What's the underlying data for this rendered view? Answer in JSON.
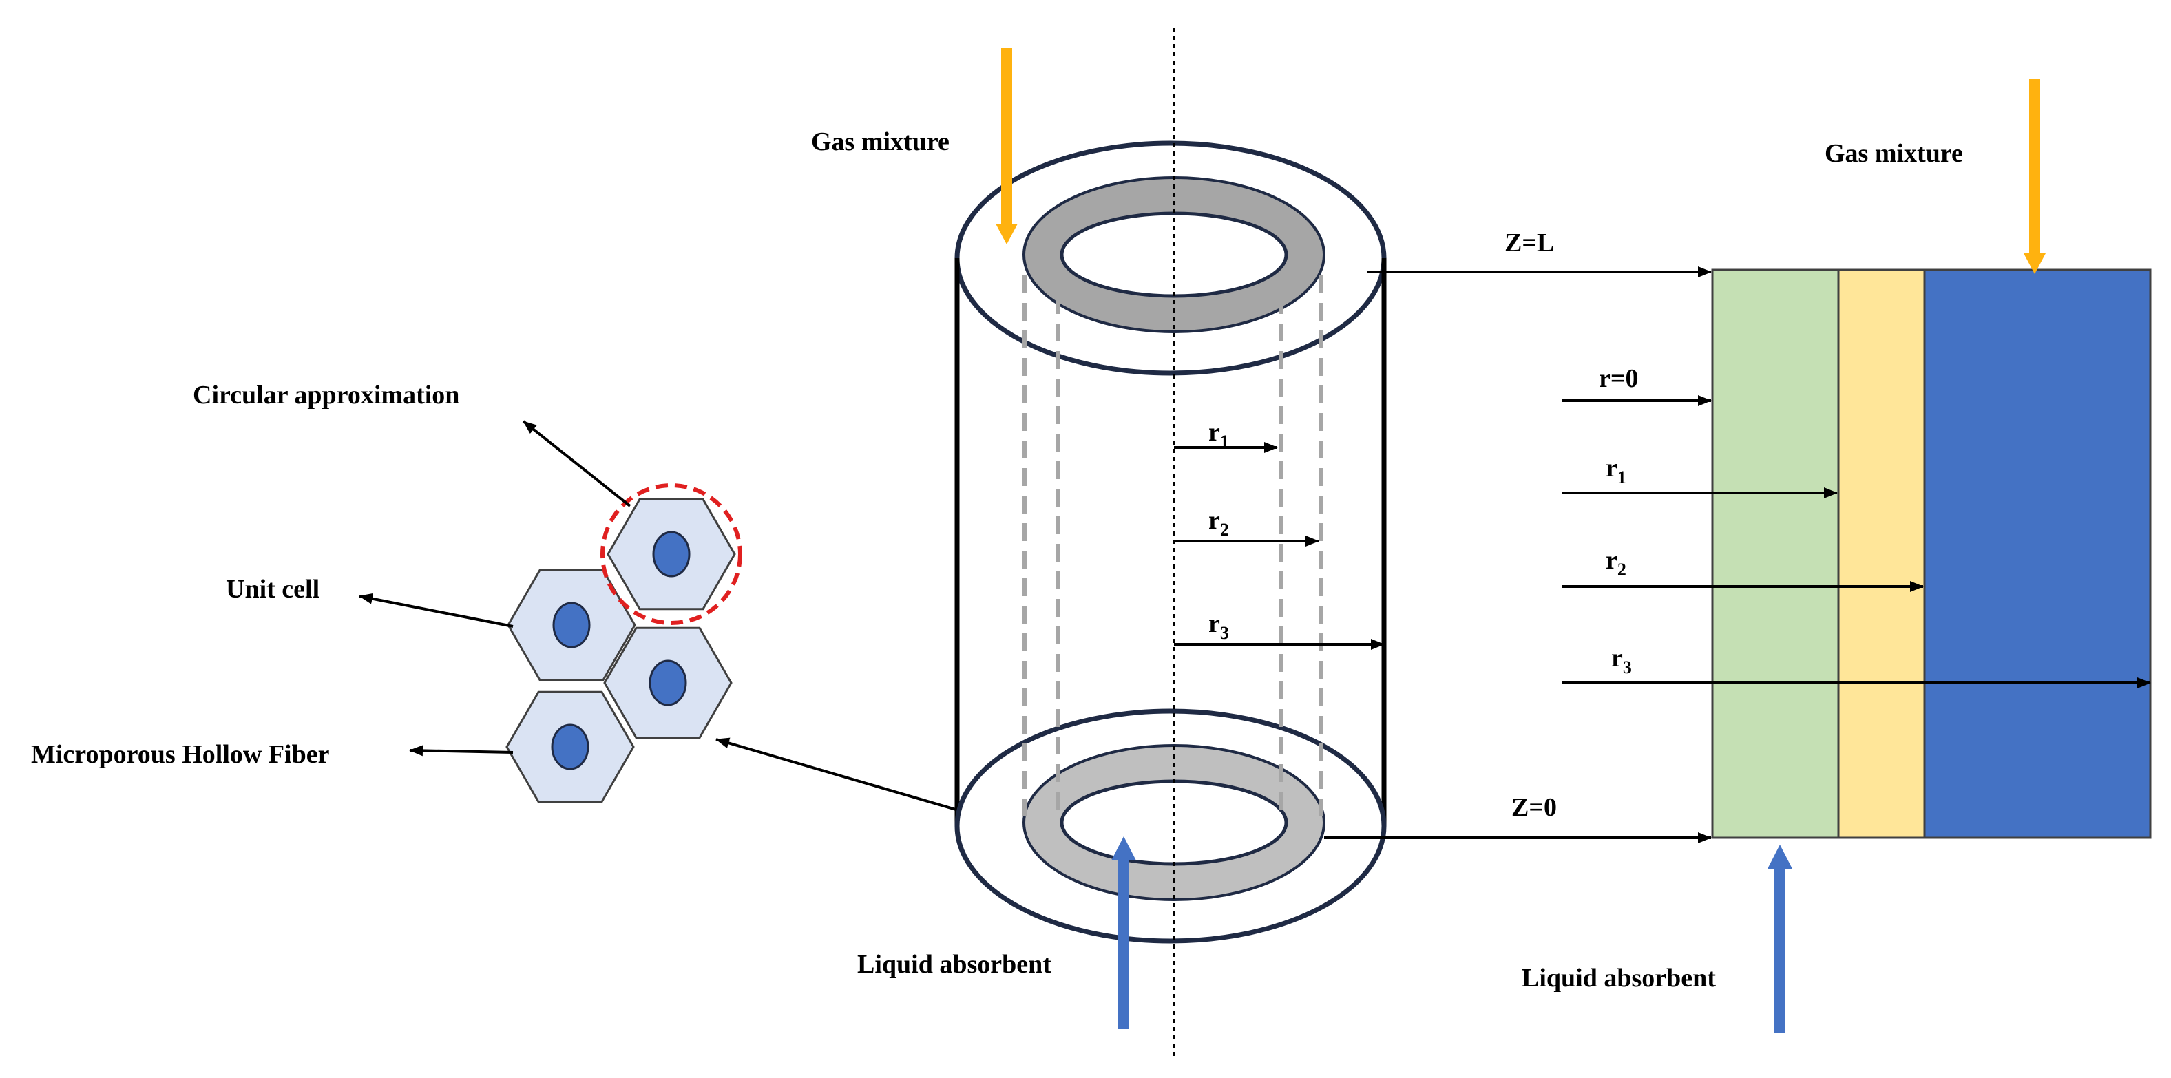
{
  "labels": {
    "gas_mixture_left": "Gas mixture",
    "gas_mixture_right": "Gas mixture",
    "liquid_absorbent_left": "Liquid absorbent",
    "liquid_absorbent_right": "Liquid absorbent",
    "circular_approximation": "Circular approximation",
    "unit_cell": "Unit cell",
    "microporous_hollow_fiber": "Microporous Hollow Fiber",
    "z_top": "Z=L",
    "z_bottom": "Z=0",
    "r0": "r=0",
    "r_symbol": "r",
    "sub_1": "1",
    "sub_2": "2",
    "sub_3": "3"
  },
  "colors": {
    "gas_arrow": "#FFB20F",
    "liquid_arrow": "#4472C4",
    "cylinder_outline": "#1F2A44",
    "membrane_ring_top": "#A6A6A6",
    "membrane_ring_bottom": "#BFBFBF",
    "dashed_lines": "#A6A6A6",
    "hexagon_fill": "#DAE3F3",
    "hexagon_stroke": "#404040",
    "fiber_fill": "#4472C4",
    "circle_outline": "#E02020",
    "region_liquid": "#C5E0B4",
    "region_membrane": "#FFE699",
    "region_gas": "#4472C4"
  }
}
